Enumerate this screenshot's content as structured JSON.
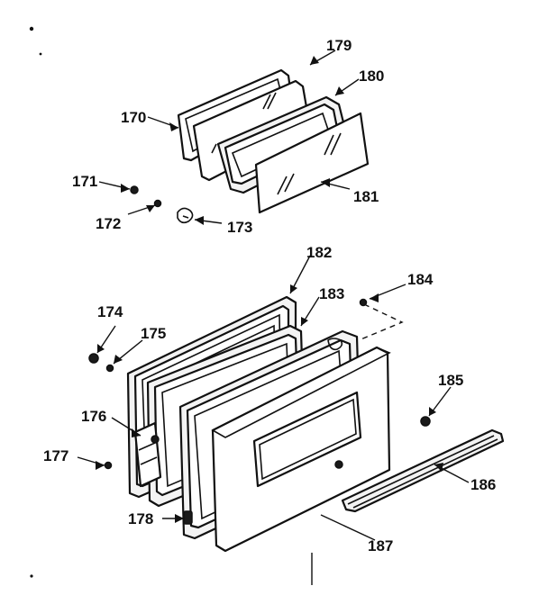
{
  "callouts": {
    "c170": "170",
    "c171": "171",
    "c172": "172",
    "c173": "173",
    "c174": "174",
    "c175": "175",
    "c176": "176",
    "c177": "177",
    "c178": "178",
    "c179": "179",
    "c180": "180",
    "c181": "181",
    "c182": "182",
    "c183": "183",
    "c184": "184",
    "c185": "185",
    "c186": "186",
    "c187": "187"
  }
}
